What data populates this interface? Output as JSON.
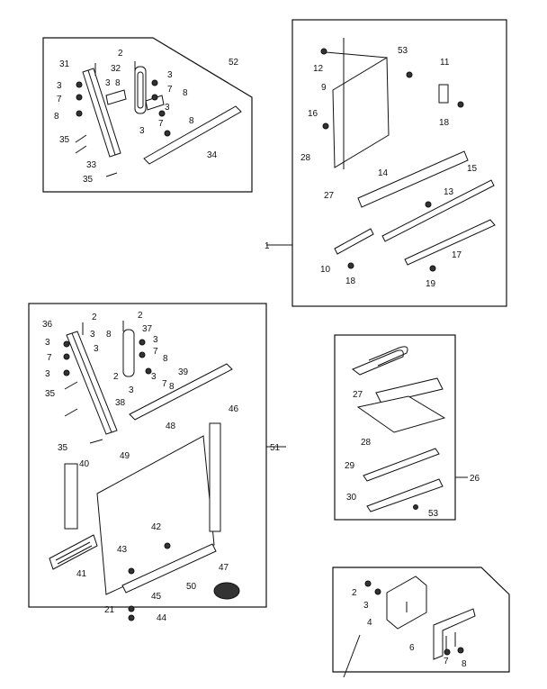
{
  "labels": {
    "l1": "1",
    "l2": "2",
    "l3": "3",
    "l4": "4",
    "l6": "6",
    "l7": "7",
    "l8": "8",
    "l9": "9",
    "l10": "10",
    "l11": "11",
    "l12": "12",
    "l13": "13",
    "l14": "14",
    "l15": "15",
    "l16": "16",
    "l17": "17",
    "l18": "18",
    "l19": "19",
    "l21": "21",
    "l26": "26",
    "l27": "27",
    "l28": "28",
    "l29": "29",
    "l30": "30",
    "l31": "31",
    "l32": "32",
    "l33": "33",
    "l34": "34",
    "l35": "35",
    "l36": "36",
    "l37": "37",
    "l38": "38",
    "l39": "39",
    "l40": "40",
    "l41": "41",
    "l42": "42",
    "l43": "43",
    "l44": "44",
    "l45": "45",
    "l46": "46",
    "l47": "47",
    "l48": "48",
    "l49": "49",
    "l50": "50",
    "l51": "51",
    "l52": "52",
    "l53": "53"
  }
}
